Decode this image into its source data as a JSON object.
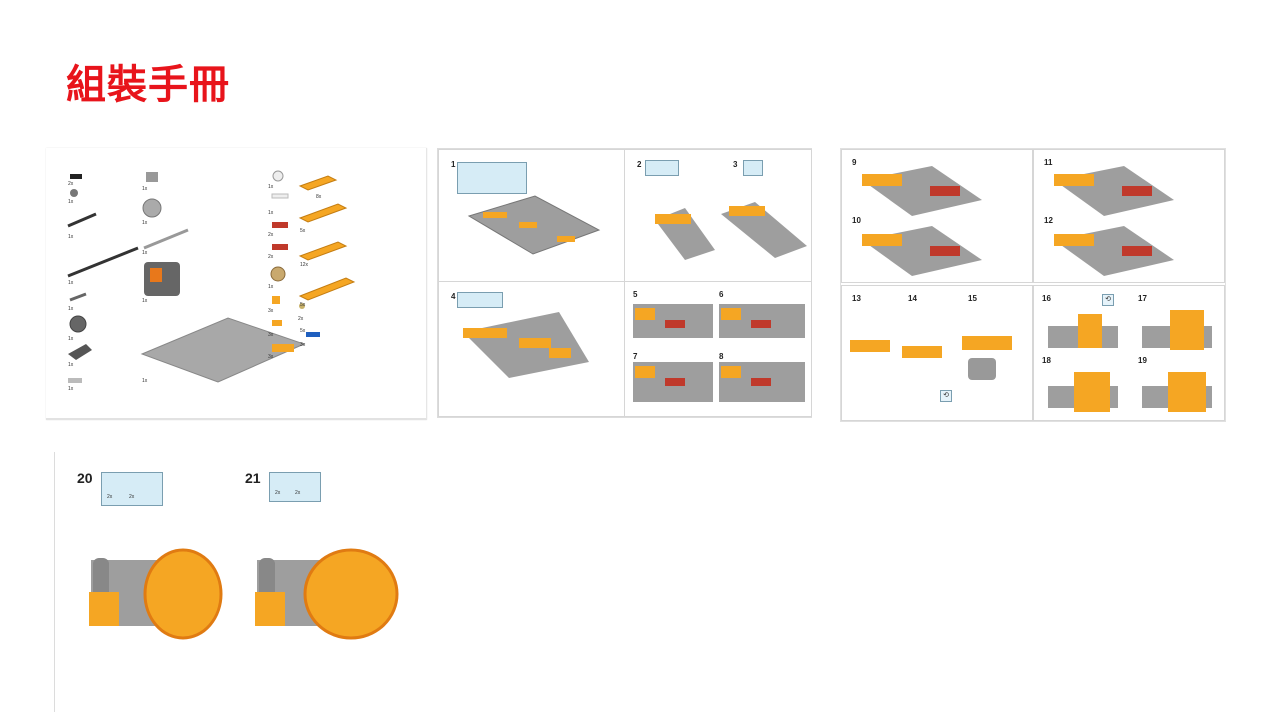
{
  "title": "組裝手冊",
  "parts_page": {
    "quantities": [
      "2x",
      "1x",
      "1x",
      "1x",
      "1x",
      "1x",
      "1x",
      "1x",
      "1x",
      "1x",
      "1x",
      "1x",
      "1x",
      "1x",
      "1x",
      "2x",
      "2x",
      "1x",
      "3x",
      "3x",
      "3x",
      "8x",
      "5x",
      "12x",
      "5x",
      "2x",
      "5x",
      "3x"
    ]
  },
  "steps_page_a": {
    "steps": [
      "1",
      "2",
      "3",
      "4",
      "5",
      "6",
      "7",
      "8"
    ]
  },
  "steps_page_b": {
    "steps": [
      "9",
      "10",
      "11",
      "12",
      "13",
      "14",
      "15",
      "16",
      "17",
      "18",
      "19"
    ]
  },
  "steps_page_c": {
    "steps": [
      "20",
      "21"
    ],
    "callout_qty": [
      "2x",
      "2x",
      "2x",
      "2x"
    ]
  },
  "colors": {
    "accent": "#e8141b",
    "brick": "#f5a623",
    "baseplate": "#9e9e9e",
    "callout": "#d6ecf6"
  },
  "icons": [
    "rotate-icon"
  ]
}
